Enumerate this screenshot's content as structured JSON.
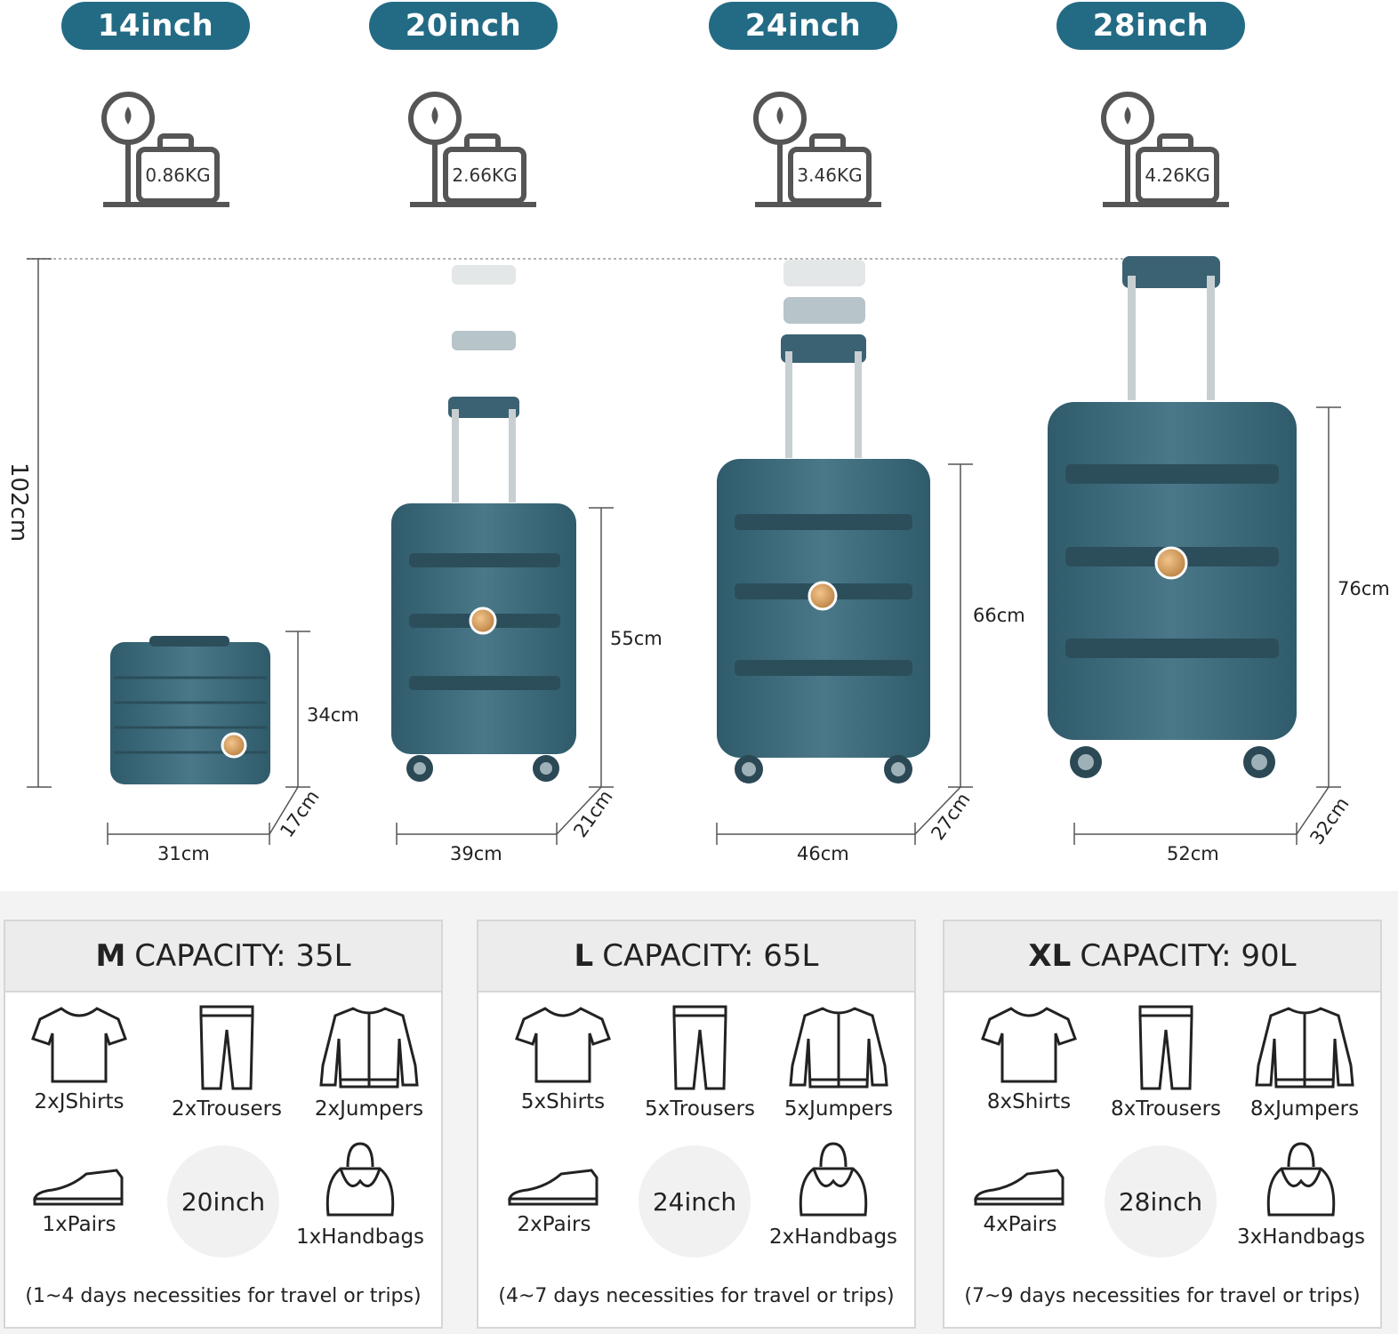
{
  "sizes": [
    {
      "label": "14inch",
      "weight": "0.86KG",
      "width": "31cm",
      "height": "34cm",
      "depth": "17cm"
    },
    {
      "label": "20inch",
      "weight": "2.66KG",
      "width": "39cm",
      "height": "55cm",
      "depth": "21cm"
    },
    {
      "label": "24inch",
      "weight": "3.46KG",
      "width": "46cm",
      "height": "66cm",
      "depth": "27cm"
    },
    {
      "label": "28inch",
      "weight": "4.26KG",
      "width": "52cm",
      "height": "76cm",
      "depth": "32cm"
    }
  ],
  "total_height": "102cm",
  "panels": [
    {
      "size_letter": "M",
      "capacity": "CAPACITY: 35L",
      "items": [
        "2xJShirts",
        "2xTrousers",
        "2xJumpers",
        "1xPairs",
        "1xHandbags"
      ],
      "center_label": "20inch",
      "note": "(1~4 days necessities for travel or trips)"
    },
    {
      "size_letter": "L",
      "capacity": "CAPACITY: 65L",
      "items": [
        "5xShirts",
        "5xTrousers",
        "5xJumpers",
        "2xPairs",
        "2xHandbags"
      ],
      "center_label": "24inch",
      "note": "(4~7 days necessities for travel or trips)"
    },
    {
      "size_letter": "XL",
      "capacity": "CAPACITY: 90L",
      "items": [
        "8xShirts",
        "8xTrousers",
        "8xJumpers",
        "4xPairs",
        "3xHandbags"
      ],
      "center_label": "28inch",
      "note": "(7~9 days necessities for travel or trips)"
    }
  ],
  "colors": {
    "accent": "#236b84",
    "luggage": "#3f6b7a",
    "handle": "#7a8c94",
    "emblem": "#c9915a"
  },
  "icons": [
    "scale-icon",
    "shirt-icon",
    "trousers-icon",
    "jumper-icon",
    "shoe-icon",
    "handbag-icon"
  ]
}
